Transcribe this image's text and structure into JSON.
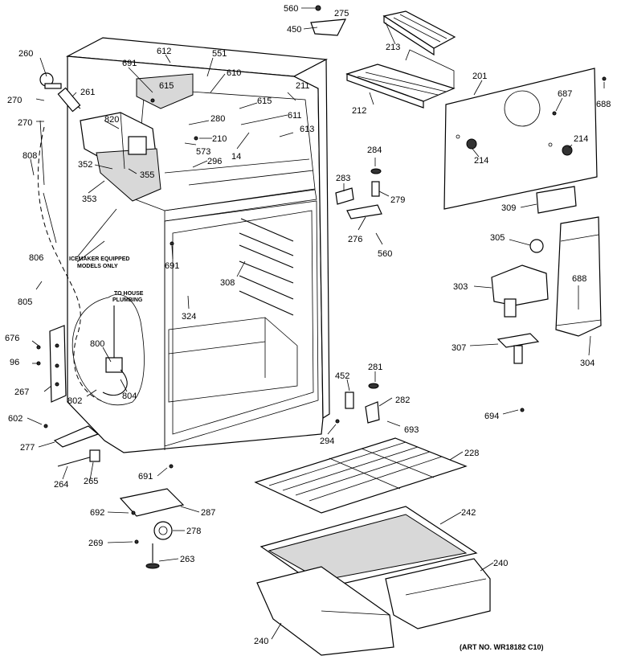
{
  "diagram": {
    "callouts": {
      "c560a": "560",
      "c275": "275",
      "c450": "450",
      "c213": "213",
      "c260": "260",
      "c612": "612",
      "c551": "551",
      "c691a": "691",
      "c615a": "615",
      "c610": "610",
      "c261": "261",
      "c270a": "270",
      "c270b": "270",
      "c820": "820",
      "c211": "211",
      "c615b": "615",
      "c611": "611",
      "c613": "613",
      "c280": "280",
      "c210": "210",
      "c14": "14",
      "c573": "573",
      "c296": "296",
      "c808": "808",
      "c352": "352",
      "c355": "355",
      "c353": "353",
      "c212": "212",
      "c201": "201",
      "c687": "687",
      "c688a": "688",
      "c214a": "214",
      "c214b": "214",
      "c284": "284",
      "c283": "283",
      "c279": "279",
      "c276": "276",
      "c560b": "560",
      "c309": "309",
      "c305": "305",
      "c806": "806",
      "c691b": "691",
      "c308": "308",
      "c805": "805",
      "c303": "303",
      "c688b": "688",
      "c324": "324",
      "c676": "676",
      "c800": "800",
      "c96": "96",
      "c307": "307",
      "c304": "304",
      "c267": "267",
      "c804": "804",
      "c802": "802",
      "c452": "452",
      "c281": "281",
      "c282": "282",
      "c693": "693",
      "c694": "694",
      "c602": "602",
      "c294": "294",
      "c277": "277",
      "c228": "228",
      "c691c": "691",
      "c264": "264",
      "c265": "265",
      "c692": "692",
      "c287": "287",
      "c242": "242",
      "c269": "269",
      "c278": "278",
      "c263": "263",
      "c240a": "240",
      "c240b": "240"
    },
    "notes": {
      "icemaker_line1": "ICEMAKER EQUIPPED",
      "icemaker_line2": "MODELS ONLY",
      "plumbing_line1": "TO HOUSE",
      "plumbing_line2": "PLUMBING"
    },
    "art_number": "(ART NO. WR18182 C10)"
  }
}
